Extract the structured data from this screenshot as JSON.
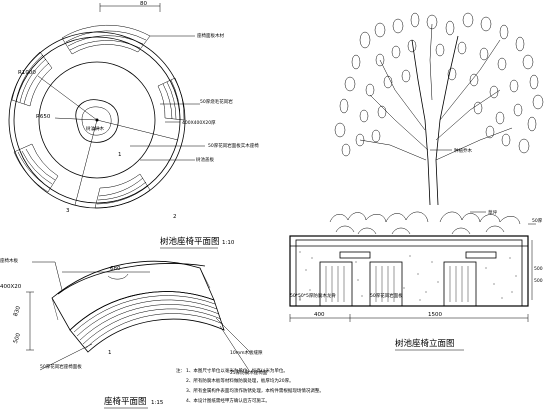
{
  "plan": {
    "title": "树池座椅平面图",
    "scale": "1:10",
    "dim_top": "80",
    "r_outer": "R1000",
    "r_inner": "R650",
    "label_top": "座椅面板木材",
    "label_tree": "树池树木",
    "label_paving_a": "50厚烧毛花岗岩",
    "label_size": "400X400X20厚",
    "label_paving_b": "50厚花岗岩面板实木座椅",
    "label_mark1": "1",
    "label_mark2": "2",
    "label_mark3": "3",
    "label_grate": "树池盖板"
  },
  "bench": {
    "title": "座椅平面图",
    "scale": "1:15",
    "dim_a": "400X20",
    "dim_b": "680",
    "dim_c": "830",
    "dim_d": "500",
    "label_wood": "座椅木板",
    "label_a": "50厚花岗岩座椅面板",
    "label_b": "10mm木板缝隙",
    "label_c": "25厚防腐木座椅面",
    "label_mark": "1"
  },
  "elevation": {
    "title": "树池座椅立面图",
    "dim_400": "400",
    "dim_1500": "1500",
    "label_tree": "种植乔木",
    "label_grass": "草坪",
    "label_right1": "50厚",
    "label_right2": "500",
    "label_right3": "500",
    "label_bottom_a": "50*50*5厚防腐木龙骨",
    "label_bottom_b": "50厚花岗岩面板"
  },
  "notes": {
    "header": "注：",
    "items": [
      "1、本图尺寸单位以毫米为单位，标高以米为单位。",
      "2、所有防腐木板等材料做防腐处理，板厚均为20厚。",
      "3、所有金属构件表面均须作防锈处理，本构件需根据现场情况调整。",
      "4、本设计图纸需经甲方确认后方可施工。"
    ]
  }
}
